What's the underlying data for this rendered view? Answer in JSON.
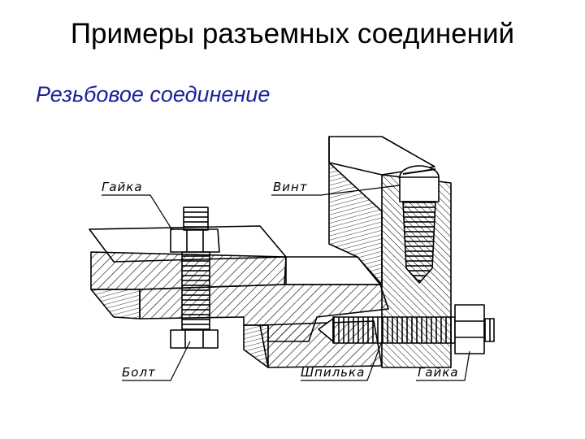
{
  "slide": {
    "title": "Примеры разъемных соединений",
    "subtitle": "Резьбовое соединение"
  },
  "drawing": {
    "labels": {
      "nut_top": "Гайка",
      "screw": "Винт",
      "bolt": "Болт",
      "stud": "Шпилька",
      "nut_bottom": "Гайка"
    }
  },
  "colors": {
    "title": "#000000",
    "subtitle": "#1f1f99",
    "ink": "#000000"
  }
}
